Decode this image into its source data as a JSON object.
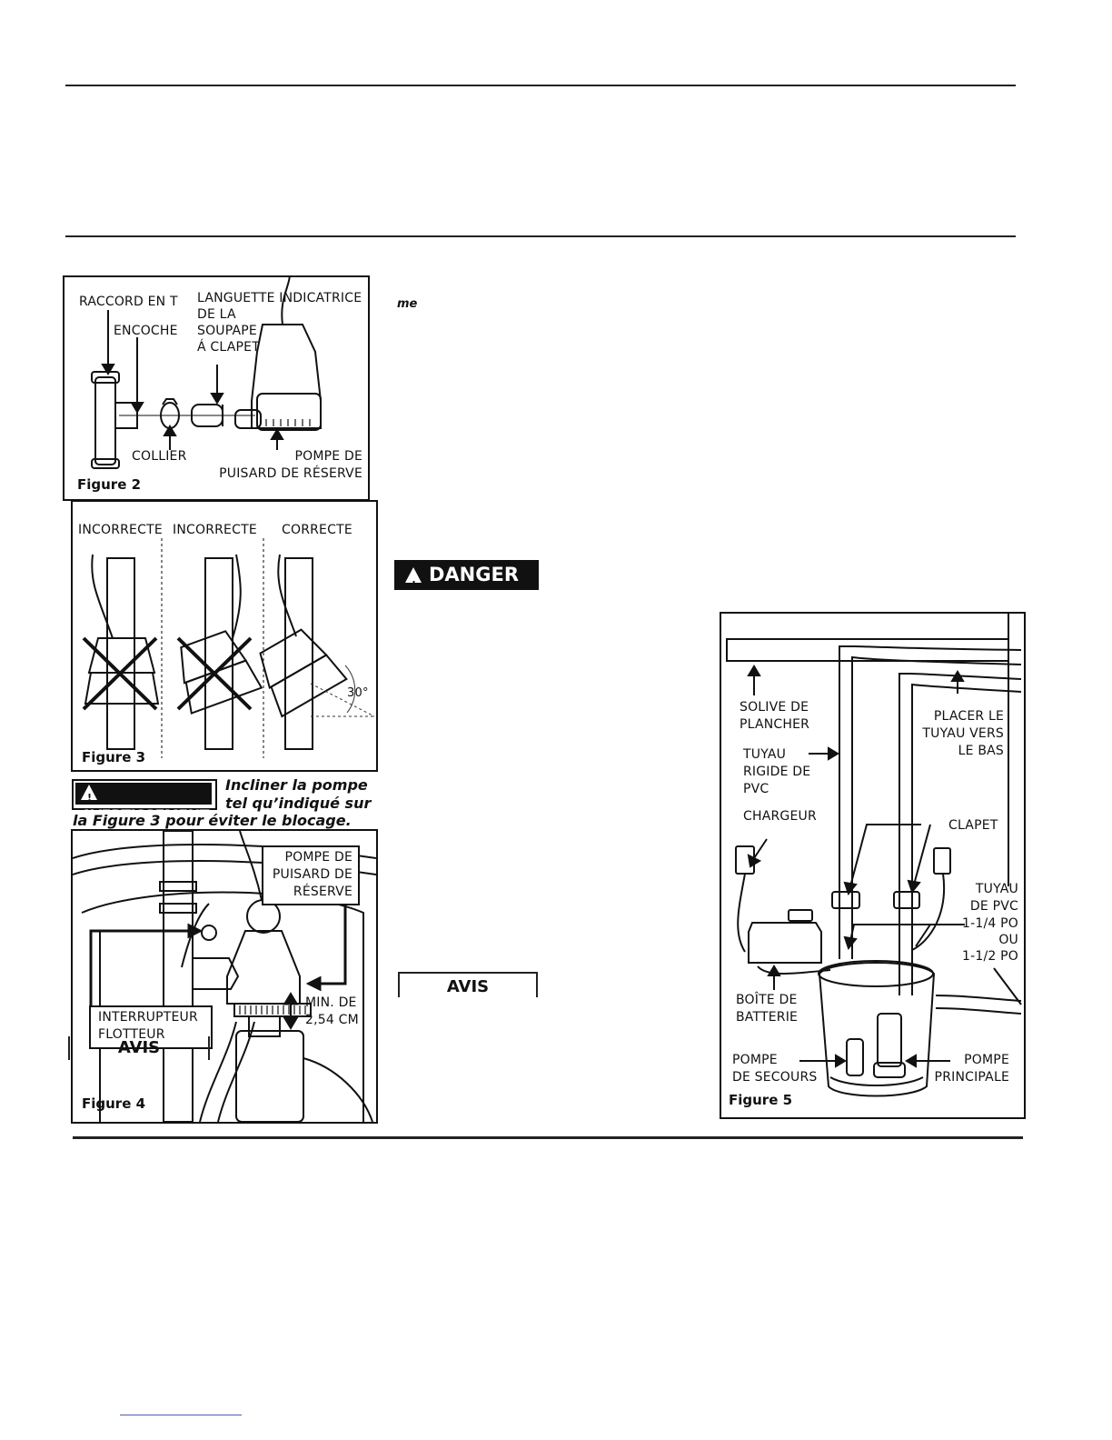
{
  "figure2": {
    "caption": "Figure 2",
    "labels": {
      "tee": "RACCORD EN T",
      "notch": "ENCOCHE",
      "tab_line1": "LANGUETTE INDICATRICE",
      "tab_line2": "DE LA",
      "tab_line3": "SOUPAPE",
      "tab_line4": "Á CLAPET",
      "clamp": "COLLIER",
      "pump_line1": "POMPE DE",
      "pump_line2": "PUISARD DE RÉSERVE"
    }
  },
  "figure3": {
    "caption": "Figure 3",
    "col1": "INCORRECTE",
    "col2": "INCORRECTE",
    "col3": "CORRECTE",
    "angle": "30°"
  },
  "warning": {
    "badge": "AVERTISSEMENT",
    "line1": "Incliner la pompe",
    "line2": "tel qu’indiqué sur",
    "line3": "la Figure 3 pour éviter le blocage."
  },
  "figure4": {
    "caption": "Figure 4",
    "pump_line1": "POMPE DE",
    "pump_line2": "PUISARD DE",
    "pump_line3": "RÉSERVE",
    "float_line1": "INTERRUPTEUR",
    "float_line2": "FLOTTEUR",
    "min_line1": "MIN. DE",
    "min_line2": "2,54 CM",
    "notice": "AVIS"
  },
  "body": {
    "fragment": "me",
    "danger": "DANGER",
    "notice": "AVIS"
  },
  "figure5": {
    "caption": "Figure 5",
    "joist_line1": "SOLIVE DE",
    "joist_line2": "PLANCHER",
    "slope_line1": "PLACER LE",
    "slope_line2": "TUYAU VERS",
    "slope_line3": "LE BAS",
    "pipe_line1": "TUYAU",
    "pipe_line2": "RIGIDE DE",
    "pipe_line3": "PVC",
    "charger": "CHARGEUR",
    "check": "CLAPET",
    "pvc_line1": "TUYAU",
    "pvc_line2": "DE PVC",
    "pvc_line3": "1-1/4 PO",
    "pvc_line4": "OU",
    "pvc_line5": "1-1/2 PO",
    "box_line1": "BOÎTE DE",
    "box_line2": "BATTERIE",
    "backup_line1": "POMPE",
    "backup_line2": "DE SECOURS",
    "main_line1": "POMPE",
    "main_line2": "PRINCIPALE"
  }
}
